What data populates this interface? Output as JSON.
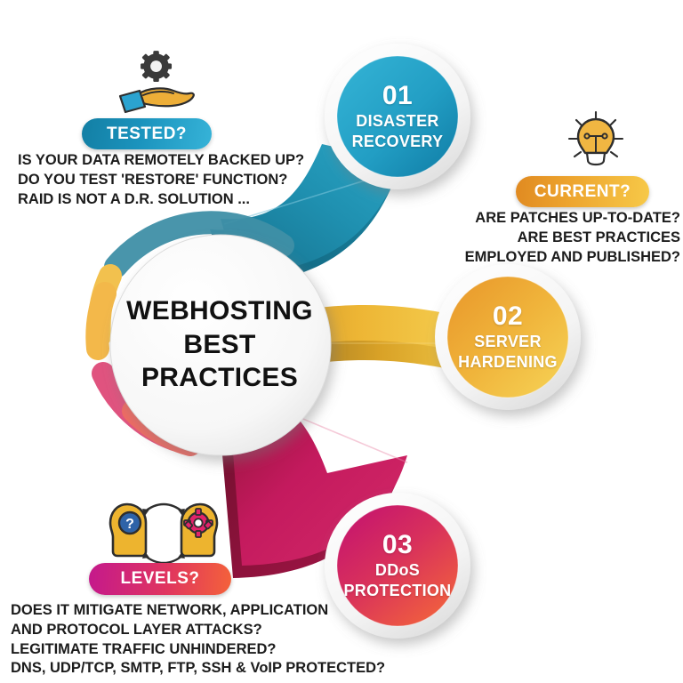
{
  "center": {
    "title_line1": "WEBHOSTING",
    "title_line2": "BEST",
    "title_line3": "PRACTICES"
  },
  "nodes": [
    {
      "number": "01",
      "title_line1": "DISASTER",
      "title_line2": "RECOVERY",
      "color_from": "#2ba8cf",
      "color_to": "#1a7fa8"
    },
    {
      "number": "02",
      "title_line1": "SERVER",
      "title_line2": "HARDENING",
      "color_from": "#e79b27",
      "color_to": "#f5cf4e"
    },
    {
      "number": "03",
      "title_line1": "DDoS",
      "title_line2": "PROTECTION",
      "color_from": "#c9166f",
      "color_to": "#f26430"
    }
  ],
  "callouts": [
    {
      "id": "tested",
      "pill_label": "TESTED?",
      "icon": "hand-holding-gear-icon",
      "body": "IS YOUR DATA REMOTELY BACKED UP?\nDO YOU TEST 'RESTORE' FUNCTION?\nRAID IS NOT A D.R. SOLUTION ...",
      "pill_color_from": "#137fa4",
      "pill_color_to": "#36b3d8"
    },
    {
      "id": "current",
      "pill_label": "CURRENT?",
      "icon": "lightbulb-icon",
      "body": "ARE PATCHES UP-TO-DATE?\nARE BEST PRACTICES\nEMPLOYED AND PUBLISHED?",
      "pill_color_from": "#e08a21",
      "pill_color_to": "#f7c948"
    },
    {
      "id": "levels",
      "pill_label": "LEVELS?",
      "icon": "two-heads-exchange-icon",
      "body": "DOES IT MITIGATE NETWORK, APPLICATION\nAND PROTOCOL LAYER ATTACKS?\nLEGITIMATE TRAFFIC UNHINDERED?\nDNS, UDP/TCP, SMTP, FTP, SSH & VoIP PROTECTED?",
      "pill_color_from": "#c4198c",
      "pill_color_to": "#f4623a"
    }
  ],
  "ring_arcs": [
    {
      "name": "arc-teal",
      "color": "#3f8fa6"
    },
    {
      "name": "arc-yellow",
      "color": "#f2c14e"
    },
    {
      "name": "arc-pink",
      "color": "#e0537f"
    }
  ],
  "connectors": [
    {
      "name": "connector-disaster-recovery",
      "color": "#1b8aa8"
    },
    {
      "name": "connector-server-hardening",
      "color": "#e0a62a"
    },
    {
      "name": "connector-ddos-protection",
      "color": "#c41a5e"
    }
  ]
}
